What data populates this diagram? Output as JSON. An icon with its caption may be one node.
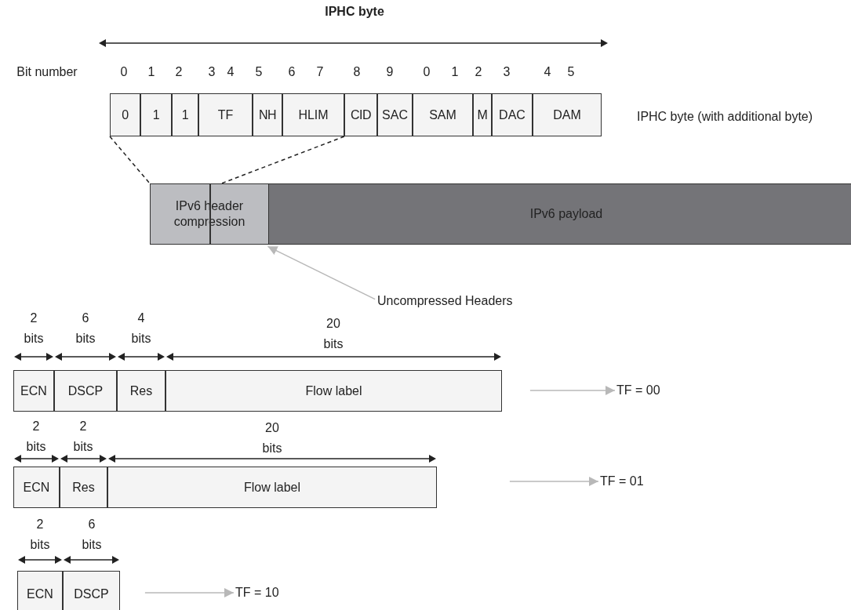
{
  "diagram": {
    "nodes": [
      {
        "text": [
          "0"
        ]
      },
      {
        "text": [
          "1"
        ]
      },
      {
        "text": [
          "1"
        ]
      },
      {
        "text": [
          "TF"
        ]
      },
      {
        "text": [
          "NH"
        ]
      },
      {
        "text": [
          "HLIM"
        ]
      },
      {
        "text": [
          "CID"
        ]
      },
      {
        "text": [
          "SAC"
        ]
      },
      {
        "text": [
          "SAM"
        ]
      },
      {
        "text": [
          "M"
        ]
      },
      {
        "text": [
          "DAC"
        ]
      },
      {
        "text": [
          "DAM"
        ]
      },
      {
        "text": [
          "IPv6 header compression"
        ]
      },
      {
        "text": [
          "IPv6 payload"
        ]
      },
      {
        "text": [
          "Uncompressed Headers"
        ]
      },
      {
        "text": [
          "ECN"
        ]
      },
      {
        "text": [
          "DSCP"
        ]
      },
      {
        "text": [
          "Res"
        ]
      },
      {
        "text": [
          "Flow label"
        ]
      },
      {
        "text": [
          "TF = 00"
        ]
      },
      {
        "text": [
          "ECN"
        ]
      },
      {
        "text": [
          "Res"
        ]
      },
      {
        "text": [
          "Flow label"
        ]
      },
      {
        "text": [
          "TF = 01"
        ]
      },
      {
        "text": [
          "ECN"
        ]
      },
      {
        "text": [
          "DSCP"
        ]
      },
      {
        "text": [
          "TF = 10"
        ]
      }
    ],
    "edges": [
      {
        "from": 0,
        "to": 12,
        "arrow": "none",
        "style": "dashed",
        "color": "#222222"
      },
      {
        "from": 6,
        "to": 12,
        "arrow": "none",
        "style": "dashed",
        "color": "#222222"
      },
      {
        "from": 14,
        "to": 12,
        "arrow": "to"
      },
      {
        "from": null,
        "to": 19,
        "arrow": "to"
      },
      {
        "from": null,
        "to": 23,
        "arrow": "to"
      },
      {
        "from": null,
        "to": 26,
        "arrow": "to"
      }
    ],
    "labels": [
      "IPHC byte",
      "Bit number",
      "0",
      "1",
      "2",
      "3",
      "4",
      "5",
      "6",
      "7",
      "8",
      "9",
      "0",
      "1",
      "2",
      "3",
      "4",
      "5",
      "IPHC byte (with additional byte)",
      "2 bits",
      "6 bits",
      "4 bits",
      "20 bits",
      "2 bits",
      "2 bits",
      "20 bits",
      "2 bits",
      "6 bits"
    ]
  }
}
